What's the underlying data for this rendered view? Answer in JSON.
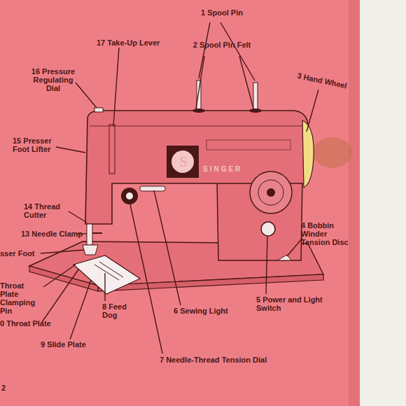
{
  "diagram": {
    "labels": [
      "1 Spool Pin",
      "2 Spool Pin Felt",
      "3 Hand Wheel",
      "4 Bobbin Winder Tension Disc",
      "5 Power and Light Switch",
      "6 Sewing Light",
      "7 Needle-Thread Tension Dial",
      "8 Feed Dog",
      "9 Slide Plate",
      "0 Throat Plate",
      "Throat Plate Clamping Pin",
      "sser Foot",
      "13 Needle Clamp",
      "14 Thread Cutter",
      "15 Presser Foot Lifter",
      "16 Pressure Regulating Dial",
      "17 Take-Up Lever",
      "2",
      "SINGER",
      "S"
    ]
  }
}
